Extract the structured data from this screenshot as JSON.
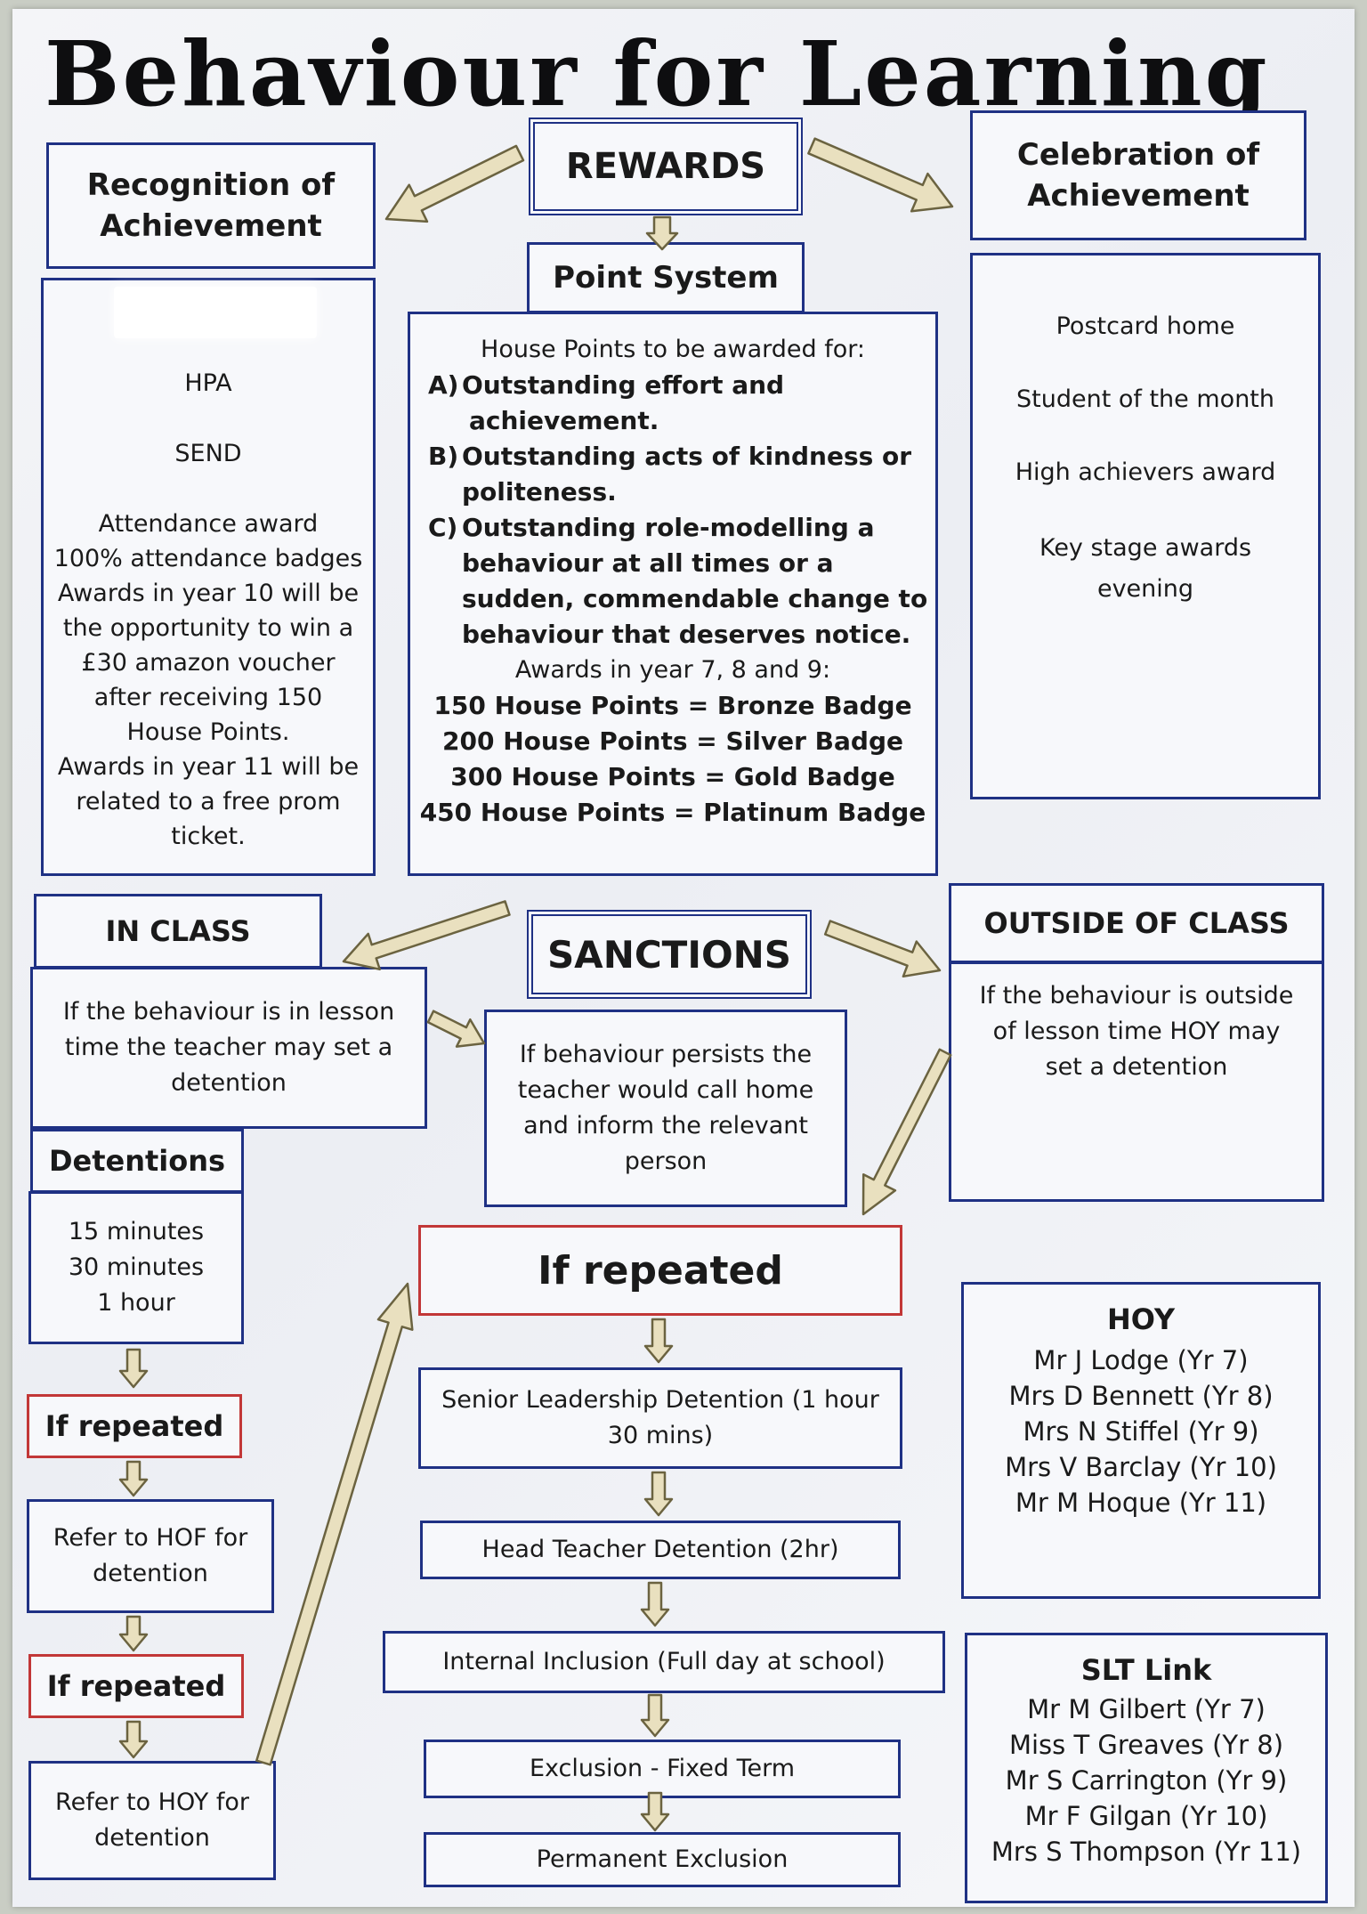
{
  "title": "Behaviour for Learning",
  "rewards": {
    "heading": "REWARDS",
    "recognition": {
      "heading_line1": "Recognition of",
      "heading_line2": "Achievement",
      "items": [
        "HPA",
        "SEND"
      ],
      "attendance_lines": [
        "Attendance award",
        "100% attendance badges",
        "Awards in year 10 will be",
        "the opportunity to win a",
        "£30 amazon voucher",
        "after receiving 150",
        "House Points.",
        "Awards in year 11 will be",
        "related to a free prom",
        "ticket."
      ]
    },
    "point_system": {
      "heading": "Point System",
      "intro": "House Points to be awarded for:",
      "criteria": [
        {
          "key": "A)",
          "line1": "Outstanding effort and",
          "line2": "achievement."
        },
        {
          "key": "B)",
          "line1": "Outstanding acts of kindness or",
          "line2": "politeness."
        },
        {
          "key": "C)",
          "line1": "Outstanding role-modelling a",
          "line2": "behaviour at all times or a",
          "line3": "sudden, commendable change to",
          "line4": "behaviour that deserves notice."
        }
      ],
      "awards_intro": "Awards in year 7, 8 and 9:",
      "badges": [
        "150 House Points = Bronze Badge",
        "200 House Points = Silver Badge",
        "300 House Points = Gold Badge",
        "450 House Points = Platinum Badge"
      ]
    },
    "celebration": {
      "heading_line1": "Celebration of",
      "heading_line2": "Achievement",
      "items": [
        "Postcard home",
        "Student of the month",
        "High achievers award",
        "Key stage awards evening"
      ]
    }
  },
  "sanctions": {
    "heading": "SANCTIONS",
    "in_class": {
      "heading": "IN CLASS",
      "text": "If the  behaviour is in lesson time the teacher may set a detention"
    },
    "persists": {
      "text": "If behaviour persists the teacher would call home and  inform the relevant person"
    },
    "outside_class": {
      "heading": "OUTSIDE OF CLASS",
      "text": "If the behaviour is outside of  lesson time HOY may set a detention"
    },
    "detentions": {
      "heading": "Detentions",
      "items": [
        "15 minutes",
        "30 minutes",
        "1 hour"
      ]
    },
    "left_chain": {
      "if_repeated_1": "If repeated",
      "refer_hof": "Refer to  HOF for detention",
      "if_repeated_2": "If repeated",
      "refer_hoy": "Refer to  HOY for detention"
    },
    "center_chain": {
      "if_repeated": "If repeated",
      "steps": [
        "Senior Leadership Detention (1 hour 30 mins)",
        "Head Teacher Detention (2hr)",
        "Internal Inclusion (Full day at school)",
        "Exclusion - Fixed Term",
        "Permanent Exclusion"
      ]
    },
    "hoy": {
      "heading": "HOY",
      "names": [
        "Mr J Lodge (Yr 7)",
        "Mrs D Bennett  (Yr 8)",
        "Mrs N Stiffel (Yr 9)",
        "Mrs V Barclay (Yr 10)",
        "Mr M Hoque (Yr 11)"
      ]
    },
    "slt": {
      "heading": "SLT Link",
      "names": [
        "Mr M Gilbert (Yr 7)",
        "Miss T Greaves (Yr 8)",
        "Mr S Carrington (Yr 9)",
        "Mr F Gilgan (Yr 10)",
        "Mrs S Thompson (Yr 11)"
      ]
    }
  }
}
